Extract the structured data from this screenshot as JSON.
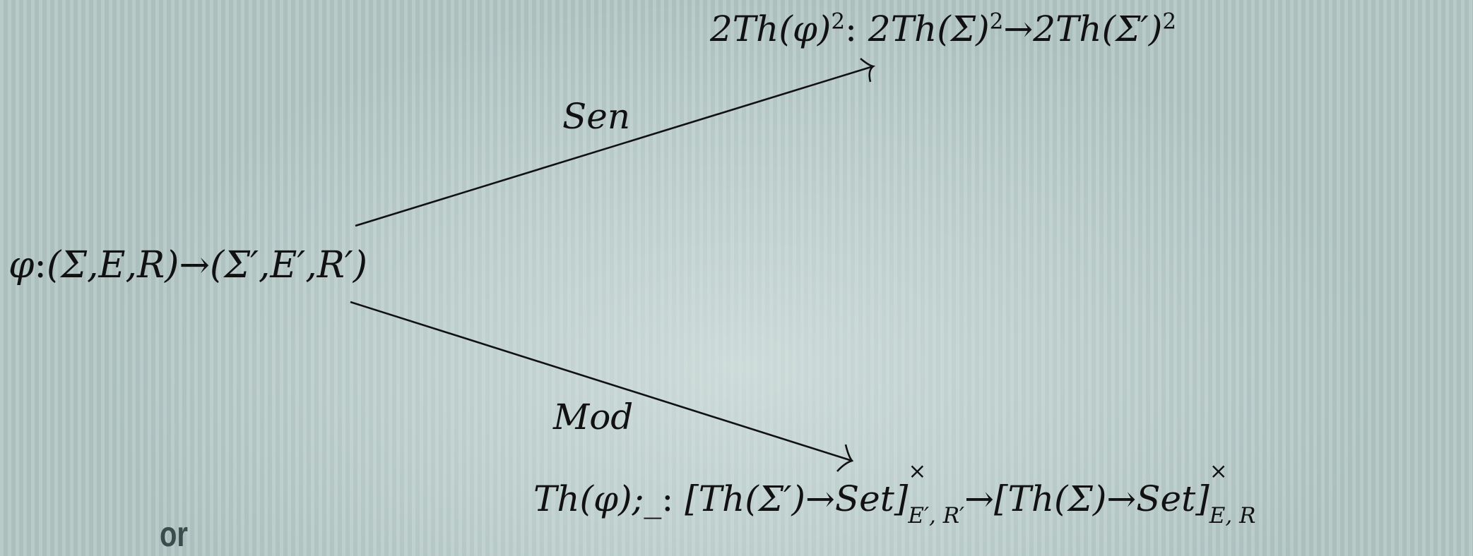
{
  "nodes": {
    "source": {
      "head": "φ",
      "colon": ":",
      "lhs": "(Σ,E,R)",
      "arrow": "→",
      "rhs": "(Σ′,E′,R′)"
    },
    "top": {
      "prefix": "2Th(φ)",
      "exp1": "2",
      "colon": ":",
      "mid": "2Th(Σ)",
      "exp2": "2",
      "arrow": "→",
      "suffix": "2Th(Σ′)",
      "exp3": "2"
    },
    "bottom": {
      "prefix": "Th(φ);_",
      "colon": ":",
      "lhs": "[Th(Σ′)→Set]",
      "lhs_sup": "×",
      "lhs_sub": "E′, R′",
      "arrow": "→",
      "rhs": "[Th(Σ)→Set]",
      "rhs_sup": "×",
      "rhs_sub": "E, R"
    }
  },
  "labels": {
    "sen": "Sen",
    "mod": "Mod"
  },
  "footer_text": "or"
}
